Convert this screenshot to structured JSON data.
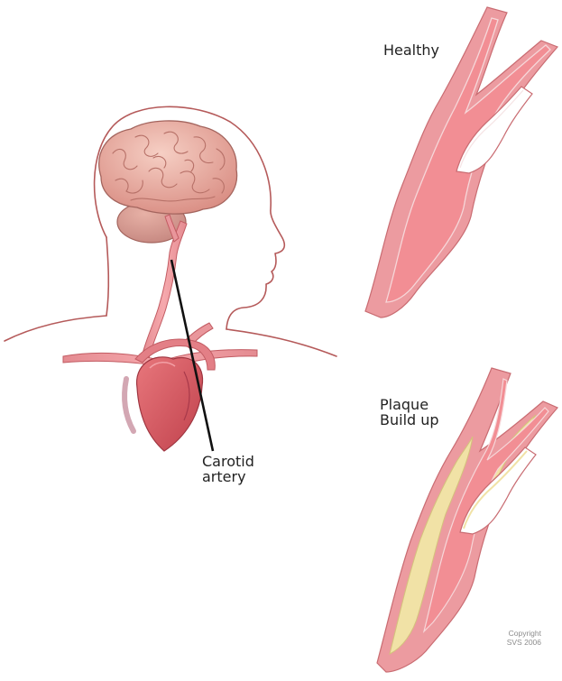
{
  "labels": {
    "healthy": "Healthy",
    "plaque": "Plaque\nBuild up",
    "carotid": "Carotid\nartery"
  },
  "copyright": "Copyright\nSVS 2006",
  "colors": {
    "artery_outer": "#e79a9e",
    "artery_lumen": "#f0888e",
    "artery_wall_line": "#c25b62",
    "plaque": "#f1e2a6",
    "brain": "#eab4a8",
    "head_outline": "#b55a5a",
    "heart": "#d8505a",
    "pointer_line": "#111111"
  },
  "icons": {
    "head": "head-silhouette",
    "brain": "brain-illustration",
    "heart": "heart-illustration",
    "healthy_artery": "healthy-artery-bifurcation",
    "plaque_artery": "plaque-artery-bifurcation"
  }
}
